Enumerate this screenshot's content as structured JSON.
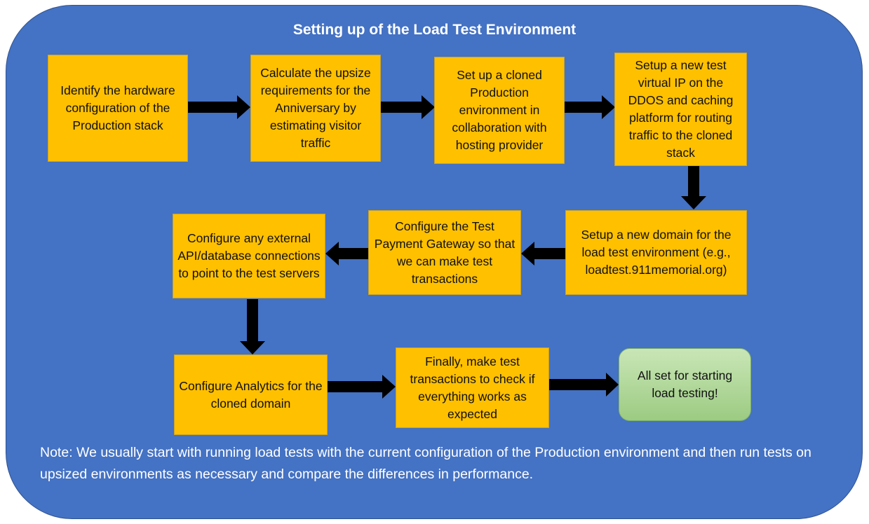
{
  "title": "Setting up of the Load Test Environment",
  "steps": [
    {
      "id": "s1",
      "text": "Identify the hardware configuration of the Production stack"
    },
    {
      "id": "s2",
      "text": "Calculate the upsize requirements for the Anniversary by estimating visitor traffic"
    },
    {
      "id": "s3",
      "text": "Set up a cloned Production environment in collaboration with hosting provider"
    },
    {
      "id": "s4",
      "text": "Setup a new test virtual IP on the DDOS and caching platform for routing traffic to the cloned stack"
    },
    {
      "id": "s5",
      "text": "Setup a new domain for the load test environment (e.g., loadtest.911memorial.org)"
    },
    {
      "id": "s6",
      "text": "Configure the Test Payment Gateway so that we can make test transactions"
    },
    {
      "id": "s7",
      "text": "Configure any external API/database connections to point to the test servers"
    },
    {
      "id": "s8",
      "text": "Configure Analytics for the cloned domain"
    },
    {
      "id": "s9",
      "text": "Finally, make test transactions to check if everything works as expected"
    },
    {
      "id": "s10",
      "text": "All set for starting load testing!"
    }
  ],
  "edges": [
    {
      "from": "s1",
      "to": "s2"
    },
    {
      "from": "s2",
      "to": "s3"
    },
    {
      "from": "s3",
      "to": "s4"
    },
    {
      "from": "s4",
      "to": "s5"
    },
    {
      "from": "s5",
      "to": "s6"
    },
    {
      "from": "s6",
      "to": "s7"
    },
    {
      "from": "s7",
      "to": "s8"
    },
    {
      "from": "s8",
      "to": "s9"
    },
    {
      "from": "s9",
      "to": "s10"
    }
  ],
  "note": "Note: We usually start with running  load tests with the current configuration of the Production environment and then run tests on upsized environments as necessary and compare the differences in performance.",
  "colors": {
    "panel": "#4472C4",
    "step_box": "#FFC000",
    "final_box": "#A9D18E",
    "arrow": "#000000",
    "text_light": "#FFFFFF"
  }
}
